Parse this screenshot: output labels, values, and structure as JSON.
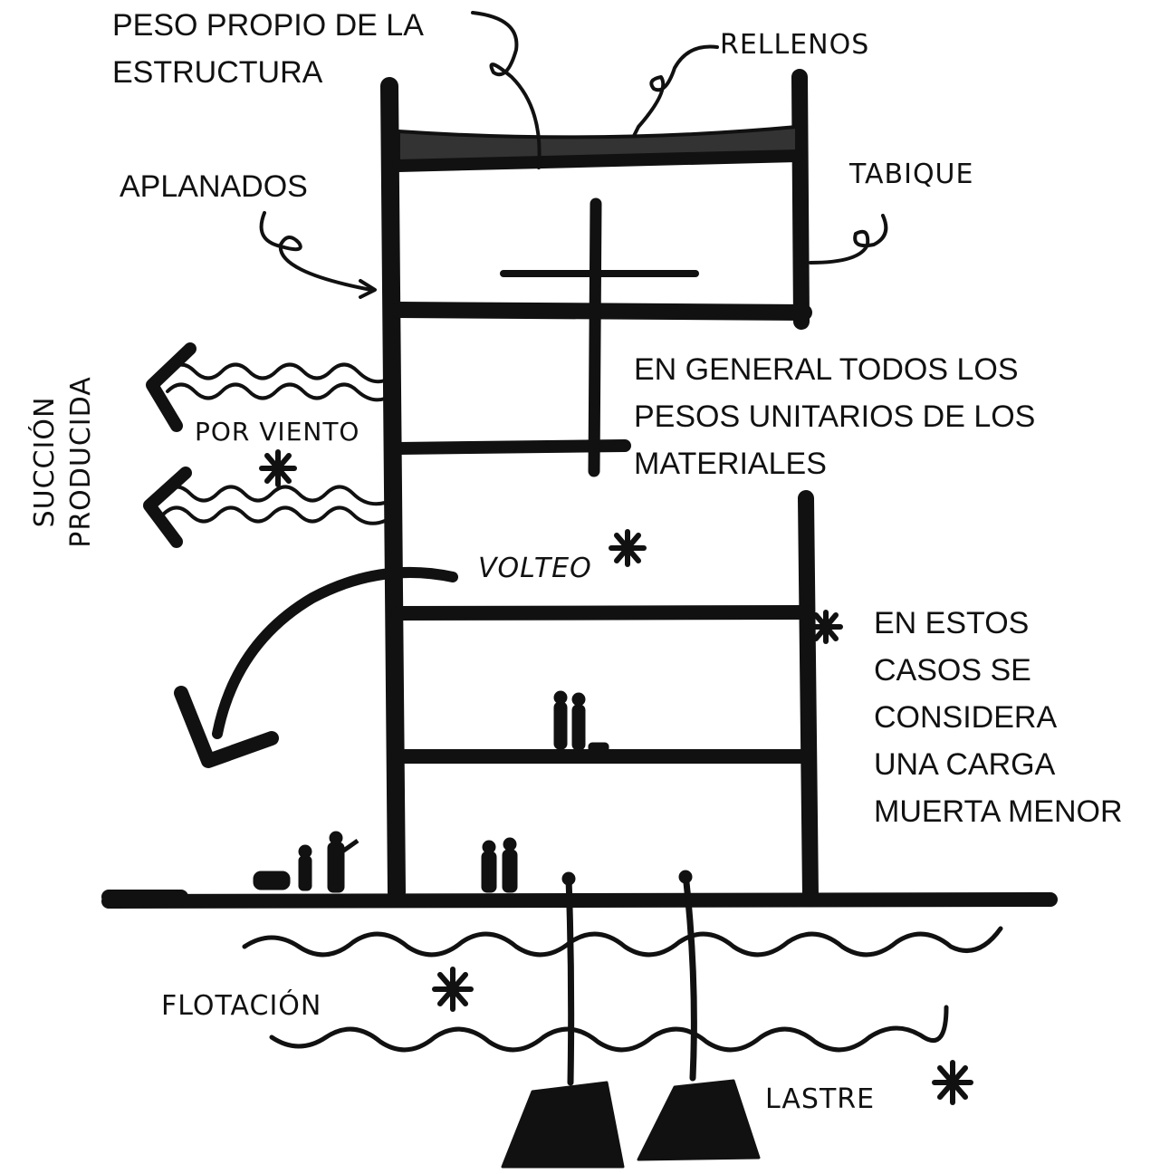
{
  "labels": {
    "peso_propio": [
      "PESO PROPIO DE LA",
      "ESTRUCTURA"
    ],
    "rellenos": "RELLENOS",
    "aplanados": "APLANADOS",
    "tabique": "TABIQUE",
    "succion": [
      "SUCCIÓN",
      "PRODUCIDA"
    ],
    "por_viento": "POR VIENTO",
    "pesos_unitarios": [
      "EN GENERAL TODOS LOS",
      "PESOS UNITARIOS DE LOS",
      "MATERIALES"
    ],
    "volteo": "VOLTEO",
    "carga_muerta": [
      "EN ESTOS",
      "CASOS SE",
      "CONSIDERA",
      "UNA CARGA",
      "MUERTA MENOR"
    ],
    "flotacion": "FLOTACIÓN",
    "lastre": "LASTRE"
  },
  "colors": {
    "ink": "#111111",
    "paper": "#ffffff"
  }
}
